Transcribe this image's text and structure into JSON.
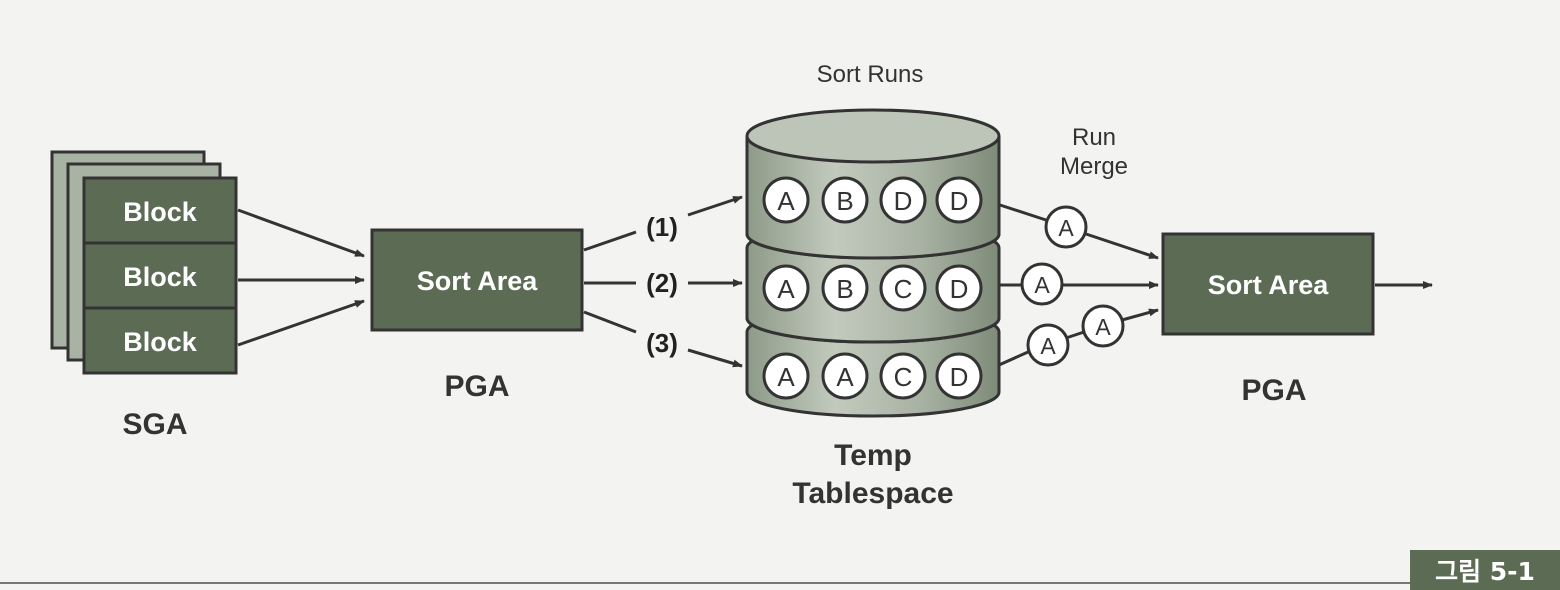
{
  "sga": {
    "block_labels": [
      "Block",
      "Block",
      "Block"
    ],
    "caption": "SGA"
  },
  "pga_left": {
    "box_label": "Sort Area",
    "caption": "PGA"
  },
  "runs": {
    "labels": [
      "(1)",
      "(2)",
      "(3)"
    ],
    "rows": [
      [
        "A",
        "B",
        "D",
        "D"
      ],
      [
        "A",
        "B",
        "C",
        "D"
      ],
      [
        "A",
        "A",
        "C",
        "D"
      ]
    ]
  },
  "temp": {
    "top_label": "Sort Runs",
    "caption_line1": "Temp",
    "caption_line2": "Tablespace"
  },
  "merge": {
    "label_line1": "Run",
    "label_line2": "Merge",
    "balls": [
      "A",
      "A",
      "A",
      "A"
    ]
  },
  "pga_right": {
    "box_label": "Sort Area",
    "caption": "PGA"
  },
  "figure": {
    "label": "그림 5-1"
  },
  "colors": {
    "box_fill": "#5c6b54",
    "drum_fill": "#a9b3a4",
    "background": "#f3f3f1",
    "label_badge": "#5c6b54"
  }
}
